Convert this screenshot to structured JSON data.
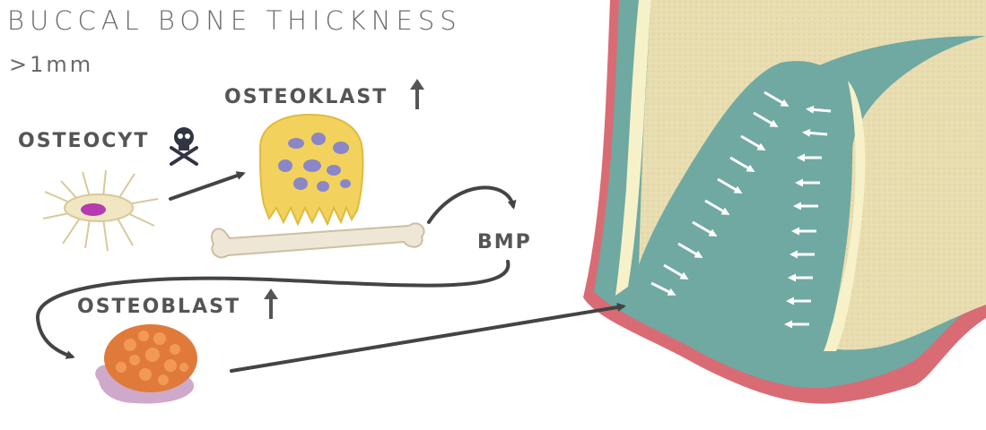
{
  "title": "BUCCAL BONE THICKNESS",
  "subtitle": ">1mm",
  "labels": {
    "osteocyt": "OSTEOCYT",
    "osteoklast": "OSTEOKLAST",
    "bmp": "BMP",
    "osteoblast": "OSTEOBLAST"
  },
  "colors": {
    "text": "#555555",
    "arrow": "#444444",
    "gingiva": "#d96b74",
    "bone_teal": "#6fa9a2",
    "spongy_bone": "#e9dfb4",
    "cortical_bone_line": "#f6f1c8",
    "osteoklast_body": "#f2d25c",
    "osteoklast_nuclei": "#8a86c8",
    "osteocyte_nucleus": "#b63ab0",
    "osteoblast": "#e07a3a"
  },
  "icons": {
    "osteocyt_status": "skull-crossbones-icon",
    "osteoklast_trend": "arrow-up-icon",
    "osteoblast_trend": "arrow-up-icon"
  }
}
